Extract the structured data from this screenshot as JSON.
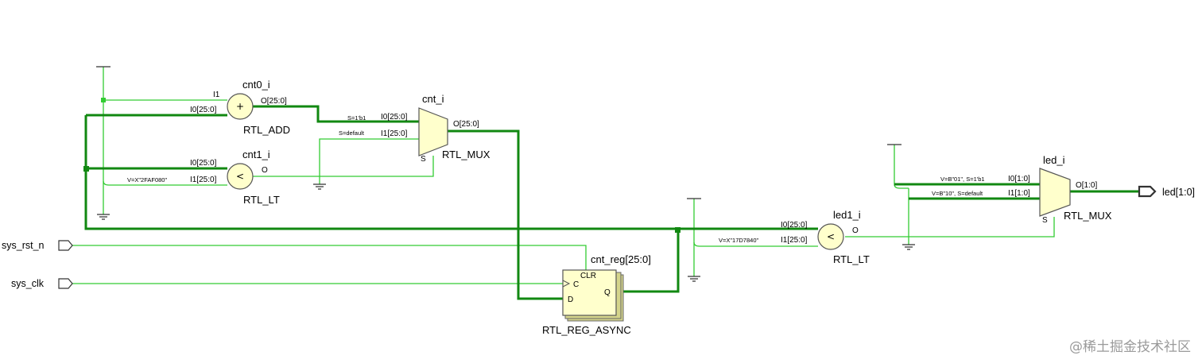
{
  "ports": {
    "sys_rst_n": "sys_rst_n",
    "sys_clk": "sys_clk",
    "led": "led[1:0]"
  },
  "cells": {
    "cnt0": {
      "instance": "cnt0_i",
      "type": "RTL_ADD",
      "symbol": "+",
      "pin_i1": "I1",
      "pin_i0": "I0[25:0]",
      "pin_o": "O[25:0]"
    },
    "cnt1": {
      "instance": "cnt1_i",
      "type": "RTL_LT",
      "symbol": "<",
      "pin_i0": "I0[25:0]",
      "pin_i1": "I1[25:0]",
      "pin_o": "O",
      "const_i1": "V=X\"2FAF080\""
    },
    "cnt_mux": {
      "instance": "cnt_i",
      "type": "RTL_MUX",
      "pin_i0": "I0[25:0]",
      "pin_i1": "I1[25:0]",
      "pin_o": "O[25:0]",
      "pin_s": "S",
      "sel_i0": "S=1'b1",
      "sel_i1": "S=default"
    },
    "cnt_reg": {
      "instance": "cnt_reg[25:0]",
      "type": "RTL_REG_ASYNC",
      "pin_clr": "CLR",
      "pin_c": "C",
      "pin_d": "D",
      "pin_q": "Q"
    },
    "led1": {
      "instance": "led1_i",
      "type": "RTL_LT",
      "symbol": "<",
      "pin_i0": "I0[25:0]",
      "pin_i1": "I1[25:0]",
      "pin_o": "O",
      "const_i1": "V=X\"17D7840\""
    },
    "led_mux": {
      "instance": "led_i",
      "type": "RTL_MUX",
      "pin_i0": "I0[1:0]",
      "pin_i1": "I1[1:0]",
      "pin_o": "O[1:0]",
      "pin_s": "S",
      "const_i0": "V=B\"01\", S=1'b1",
      "const_i1": "V=B\"10\", S=default"
    }
  },
  "watermark": "@稀土掘金技术社区"
}
